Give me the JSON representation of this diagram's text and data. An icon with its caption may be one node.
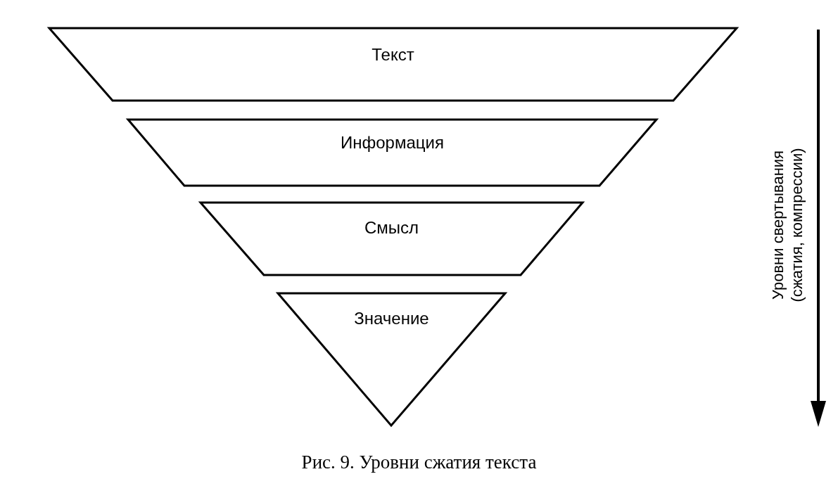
{
  "diagram": {
    "caption": "Рис. 9. Уровни сжатия текста",
    "nodes": [
      {
        "text": [
          "Текст"
        ]
      },
      {
        "text": [
          "Информация"
        ]
      },
      {
        "text": [
          "Смысл"
        ]
      },
      {
        "text": [
          "Значение"
        ]
      }
    ],
    "labels": [
      "Уровни свертывания (сжатия, компрессии)"
    ]
  }
}
